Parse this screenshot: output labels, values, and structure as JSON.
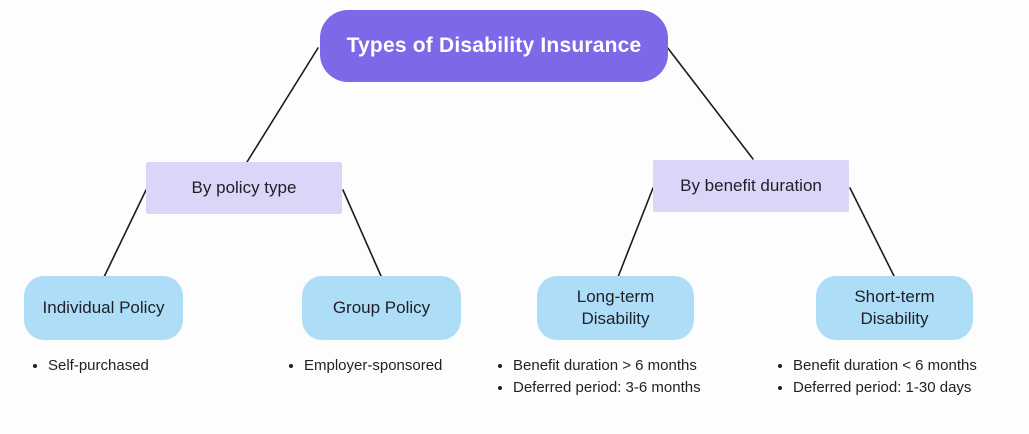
{
  "diagram": {
    "title": "Types of Disability Insurance",
    "branches": [
      {
        "label": "By policy type",
        "children": [
          {
            "label": "Individual Policy",
            "bullets": [
              "Self-purchased"
            ]
          },
          {
            "label": "Group Policy",
            "bullets": [
              "Employer-sponsored"
            ]
          }
        ]
      },
      {
        "label": "By benefit duration",
        "children": [
          {
            "label": "Long-term Disability",
            "bullets": [
              "Benefit duration > 6 months",
              "Deferred period: 3-6 months"
            ]
          },
          {
            "label": "Short-term Disability",
            "bullets": [
              "Benefit duration < 6 months",
              "Deferred period: 1-30 days"
            ]
          }
        ]
      }
    ],
    "colors": {
      "bg": "#fdfdfd",
      "root_fill": "#7c69e8",
      "root_text": "#ffffff",
      "branch_fill": "#d9d6f8",
      "leaf_fill": "#aeddf8",
      "text_dark": "#1f1f28",
      "line": "#1c1c1c"
    }
  }
}
